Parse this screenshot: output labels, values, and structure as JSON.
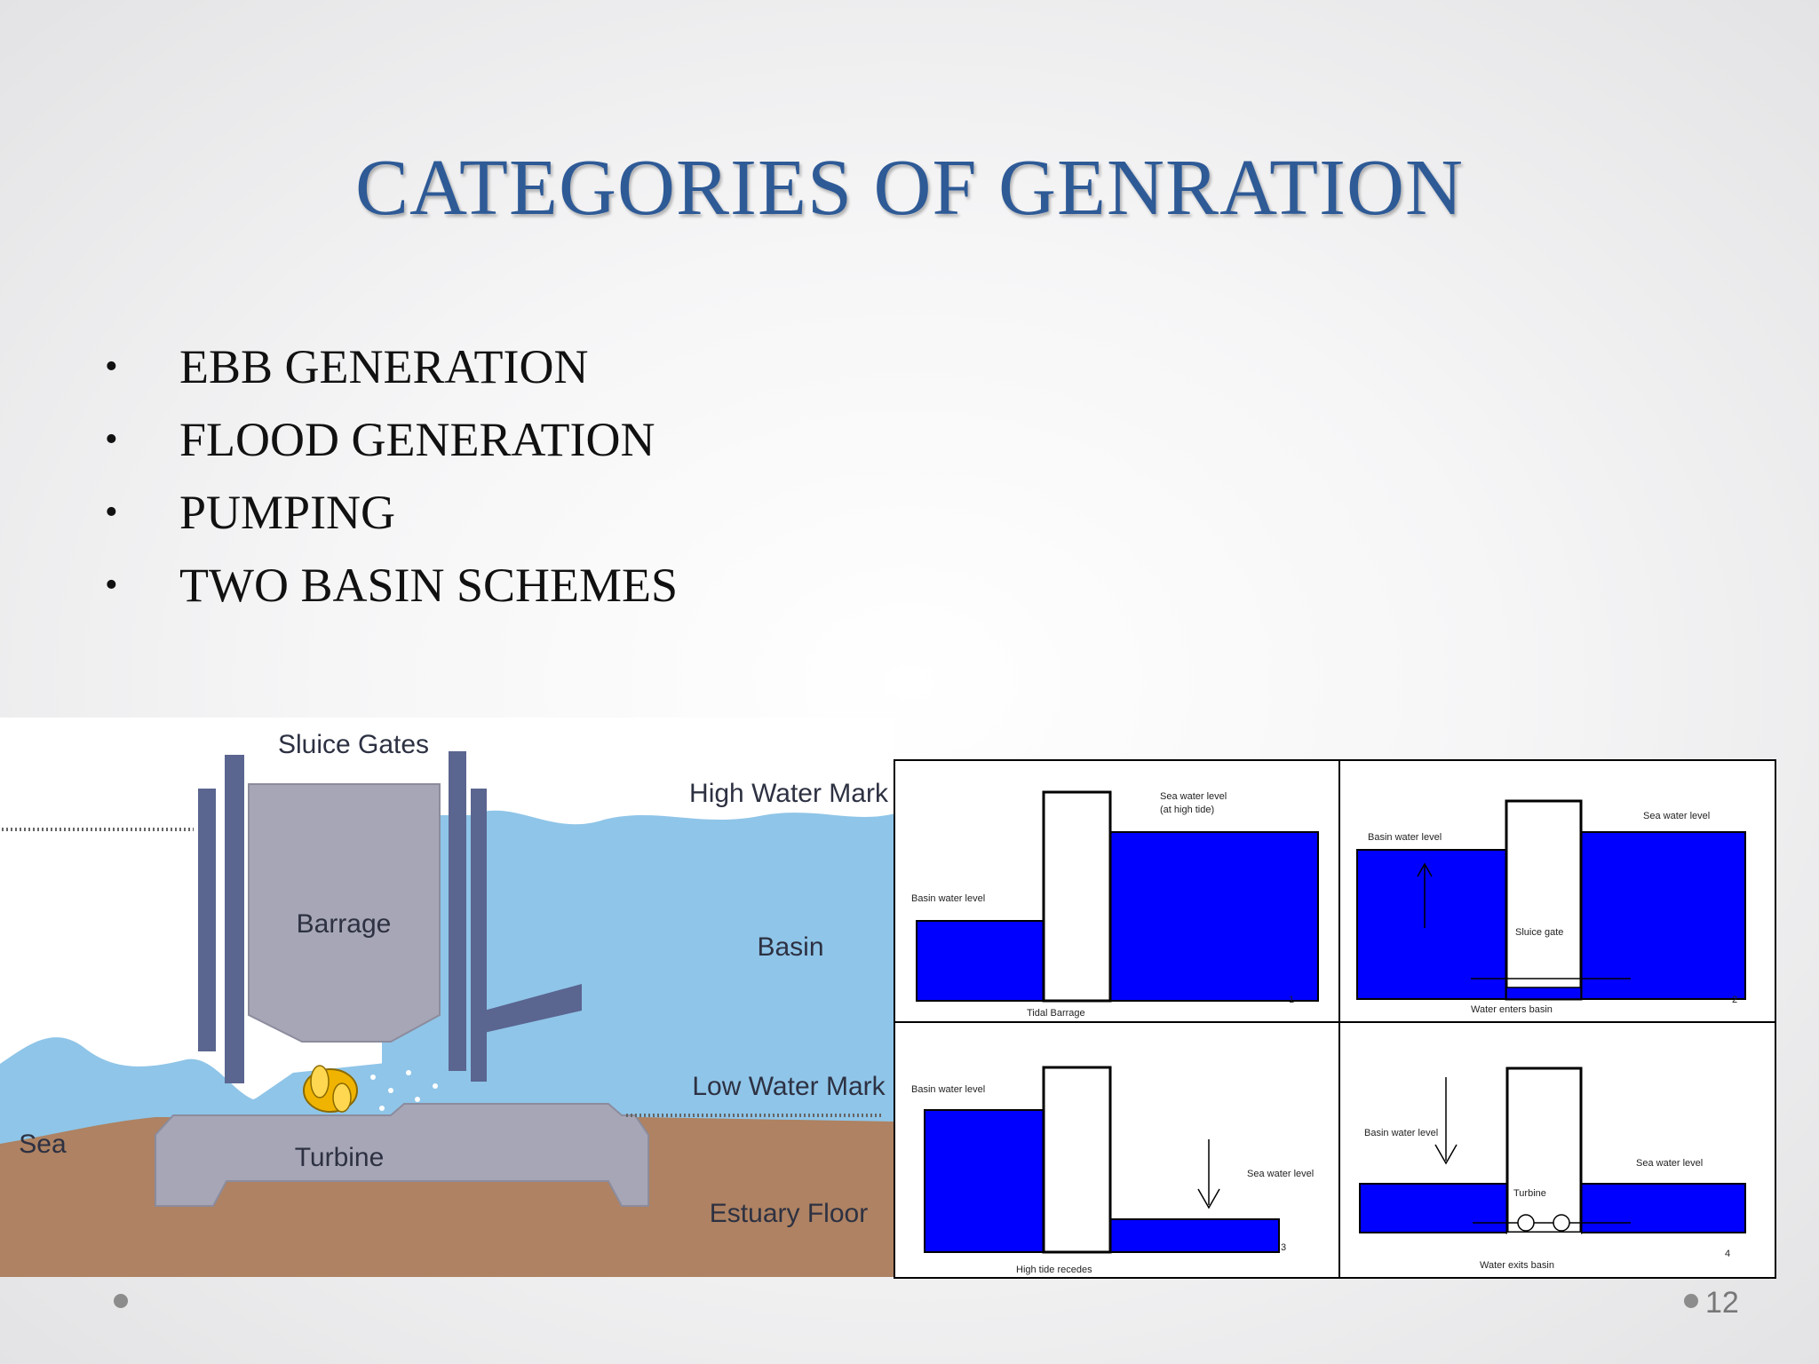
{
  "slide": {
    "title": "CATEGORIES OF GENRATION",
    "bullets": [
      "EBB GENERATION",
      "FLOOD GENERATION",
      "PUMPING",
      "TWO BASIN SCHEMES"
    ],
    "page_number": "12"
  },
  "left_diagram": {
    "labels": {
      "sluice_gates": "Sluice Gates",
      "high_water_mark": "High Water Mark",
      "barrage": "Barrage",
      "basin": "Basin",
      "low_water_mark": "Low Water Mark",
      "sea": "Sea",
      "turbine": "Turbine",
      "estuary_floor": "Estuary Floor"
    },
    "colors": {
      "water": "#8fc5e8",
      "ground": "#ae8262",
      "structure": "#a6a6b6",
      "gate": "#5a6590"
    }
  },
  "right_diagram": {
    "panel1": {
      "sea_level": "Sea water level",
      "sea_level_note": "(at high tide)",
      "basin_level": "Basin water level",
      "caption": "Tidal Barrage",
      "num": "1"
    },
    "panel2": {
      "sea_level": "Sea water level",
      "basin_level": "Basin water level",
      "gate": "Sluice gate",
      "caption": "Water enters basin",
      "num": "2"
    },
    "panel3": {
      "basin_level": "Basin water level",
      "sea_level": "Sea water level",
      "caption": "High tide recedes",
      "num": "3"
    },
    "panel4": {
      "basin_level": "Basin water level",
      "sea_level": "Sea water level",
      "turbine": "Turbine",
      "caption": "Water exits basin",
      "num": "4"
    },
    "colors": {
      "water": "#0000ff"
    }
  }
}
